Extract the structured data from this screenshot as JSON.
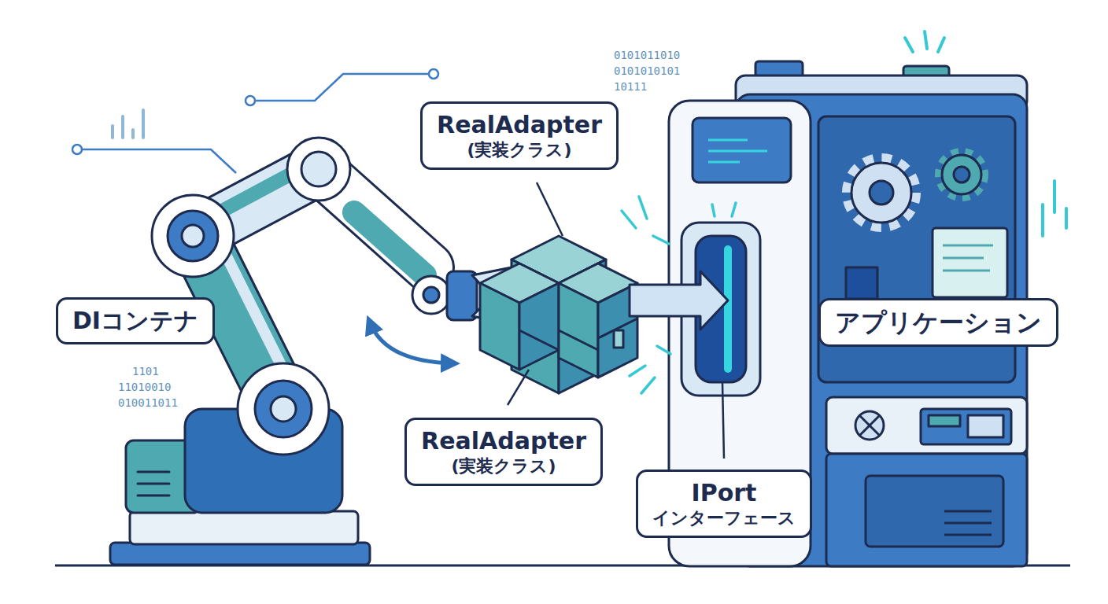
{
  "diagram": {
    "nodes": [
      {
        "text": [
          "RealAdapter",
          "(実装クラス)"
        ]
      },
      {
        "text": [
          "DIコンテナ"
        ]
      },
      {
        "text": [
          "アプリケーション"
        ]
      },
      {
        "text": [
          "RealAdapter",
          "(実装クラス)"
        ]
      },
      {
        "text": [
          "IPort",
          "インターフェース"
        ]
      }
    ],
    "labels": [
      "0101011010",
      "0101010101",
      "10111",
      "1101",
      "11010010",
      "010011011"
    ]
  }
}
